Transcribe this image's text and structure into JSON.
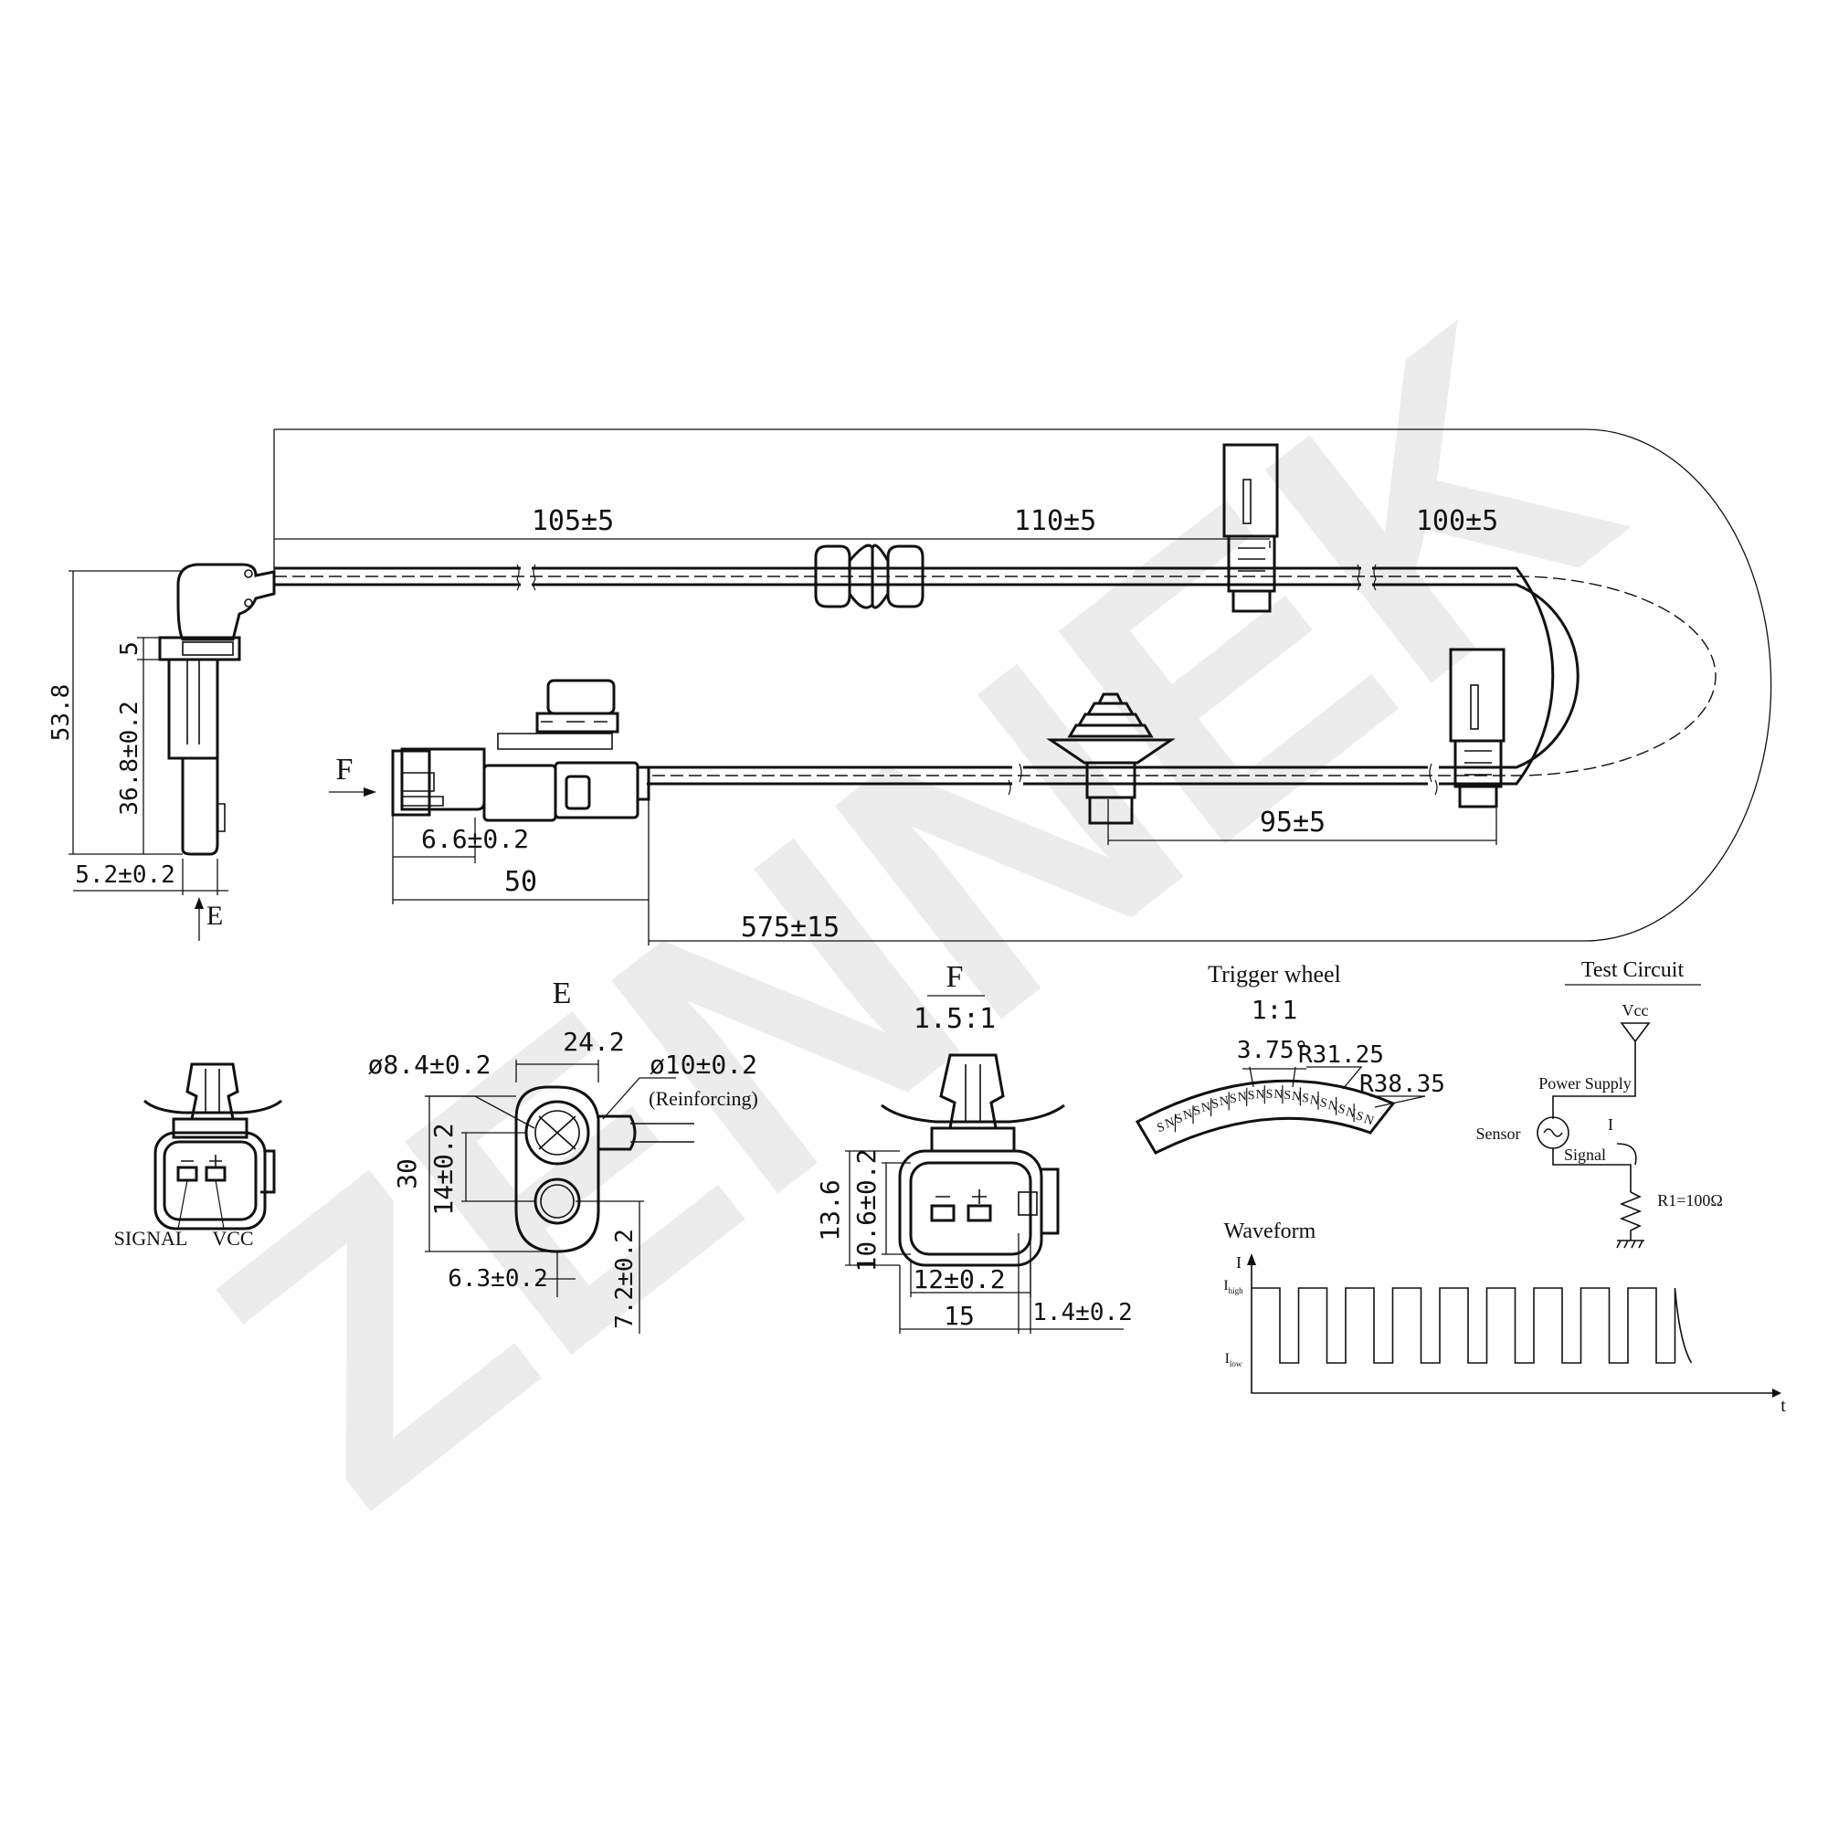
{
  "watermark": {
    "text": "ZENNEK",
    "color": "#ececec"
  },
  "main_view": {
    "dims": {
      "d105": "105±5",
      "d110": "110±5",
      "d100": "100±5",
      "d95": "95±5",
      "d575": "575±15",
      "d50": "50",
      "d66": "6.6±0.2",
      "d538": "53.8",
      "d5": "5",
      "d368": "36.8±0.2",
      "d52": "5.2±0.2"
    },
    "view_labels": {
      "f_arrow": "F",
      "e_arrow": "E"
    }
  },
  "connector_front": {
    "signal": "SIGNAL",
    "vcc": "VCC"
  },
  "view_e": {
    "title": "E",
    "dims": {
      "d242": "24.2",
      "d84": "ø8.4±0.2",
      "d10": "ø10±0.2",
      "reinforcing": "(Reinforcing)",
      "d30": "30",
      "d14": "14±0.2",
      "d63": "6.3±0.2",
      "d72": "7.2±0.2"
    }
  },
  "view_f": {
    "title": "F",
    "scale": "1.5:1",
    "dims": {
      "d136": "13.6",
      "d106": "10.6±0.2",
      "d12": "12±0.2",
      "d15": "15",
      "d14": "1.4±0.2"
    }
  },
  "trigger_wheel": {
    "title": "Trigger wheel",
    "scale": "1:1",
    "angle": "3.75°",
    "r_inner": "R31.25",
    "r_outer": "R38.35",
    "poles": [
      "S",
      "N",
      "S",
      "N",
      "S",
      "N",
      "S",
      "N",
      "S",
      "N",
      "S",
      "N",
      "S",
      "N",
      "S",
      "N",
      "S",
      "N",
      "S",
      "N",
      "S",
      "N",
      "S",
      "N"
    ]
  },
  "test_circuit": {
    "title": "Test Circuit",
    "vcc": "Vcc",
    "power_supply": "Power Supply",
    "sensor": "Sensor",
    "current": "I",
    "signal": "Signal",
    "resistor": "R1=100Ω"
  },
  "waveform": {
    "title": "Waveform",
    "y_axis": "I",
    "x_axis": "t",
    "i_high": "I",
    "i_high_sub": "high",
    "i_low": "I",
    "i_low_sub": "low",
    "pulses": 9
  }
}
